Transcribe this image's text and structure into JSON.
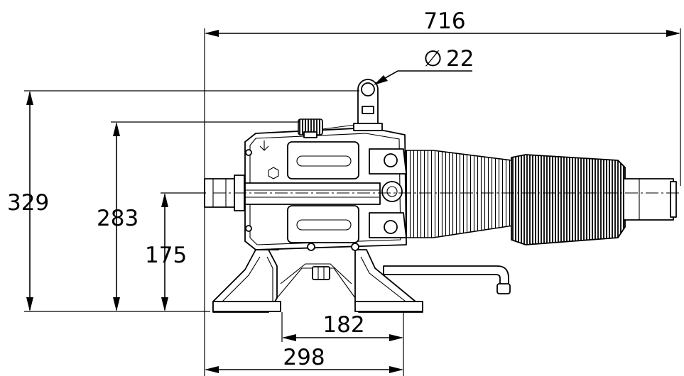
{
  "dimensions": {
    "overall_length": "716",
    "eye_diameter_symbol": "∅",
    "eye_diameter": "22",
    "total_height": "329",
    "body_height": "283",
    "axis_height": "175",
    "stand_span": "182",
    "base_width": "298"
  }
}
